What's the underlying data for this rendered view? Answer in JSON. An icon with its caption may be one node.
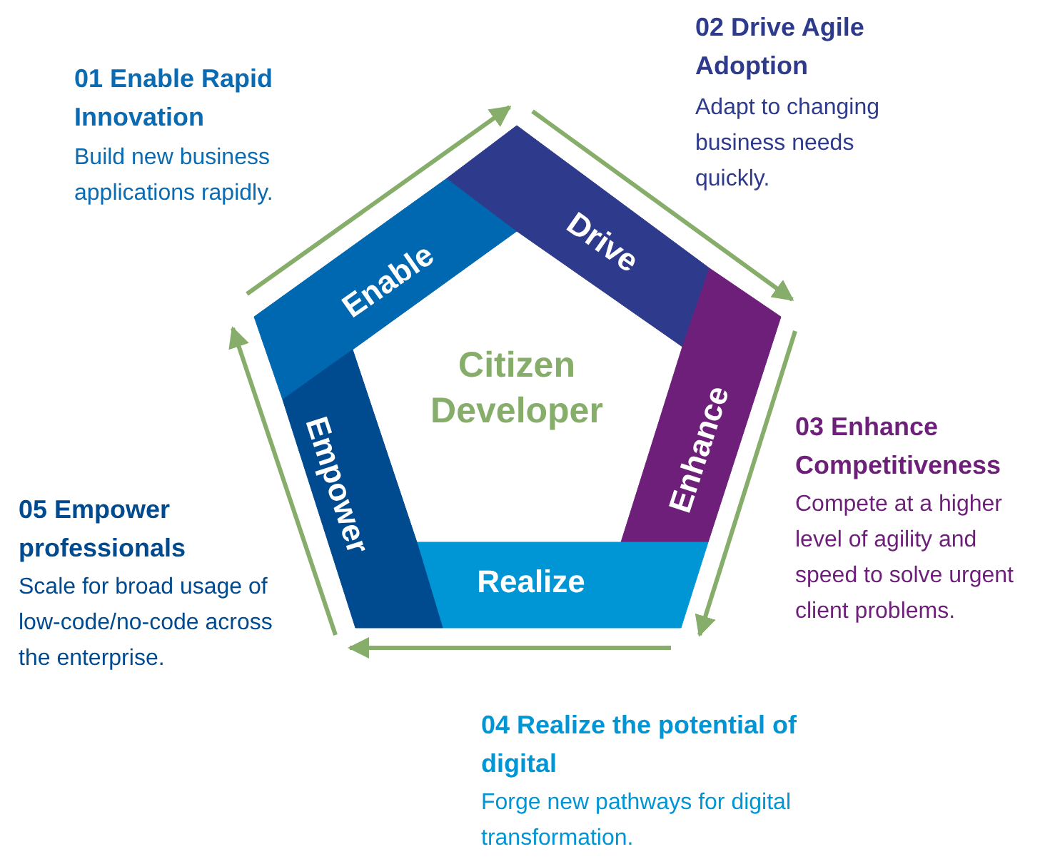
{
  "diagram": {
    "nodes": [
      {
        "text": [
          "Enable"
        ]
      },
      {
        "text": [
          "Drive"
        ]
      },
      {
        "text": [
          "Enhance"
        ]
      },
      {
        "text": [
          "Realize"
        ]
      },
      {
        "text": [
          "Empower"
        ]
      }
    ],
    "edges": [
      {
        "from": 0,
        "to": 1,
        "arrow": "to"
      },
      {
        "from": 1,
        "to": 2,
        "arrow": "to"
      },
      {
        "from": 2,
        "to": 3,
        "arrow": "to"
      },
      {
        "from": 3,
        "to": 4,
        "arrow": "to"
      },
      {
        "from": 4,
        "to": 0,
        "arrow": "to"
      }
    ],
    "labels": [
      "01 Enable Rapid Innovation",
      "Build new business applications rapidly.",
      "02 Drive Agile Adoption",
      "Adapt to changing business needs quickly.",
      "Citizen Developer",
      "03 Enhance Competitiveness",
      "Compete at a higher level of agility and speed to solve urgent client problems.",
      "05 Empower professionals",
      "Scale for broad usage of low-code/no-code across the enterprise.",
      "04 Realize the potential of digital",
      "Forge new pathways for digital transformation."
    ]
  }
}
